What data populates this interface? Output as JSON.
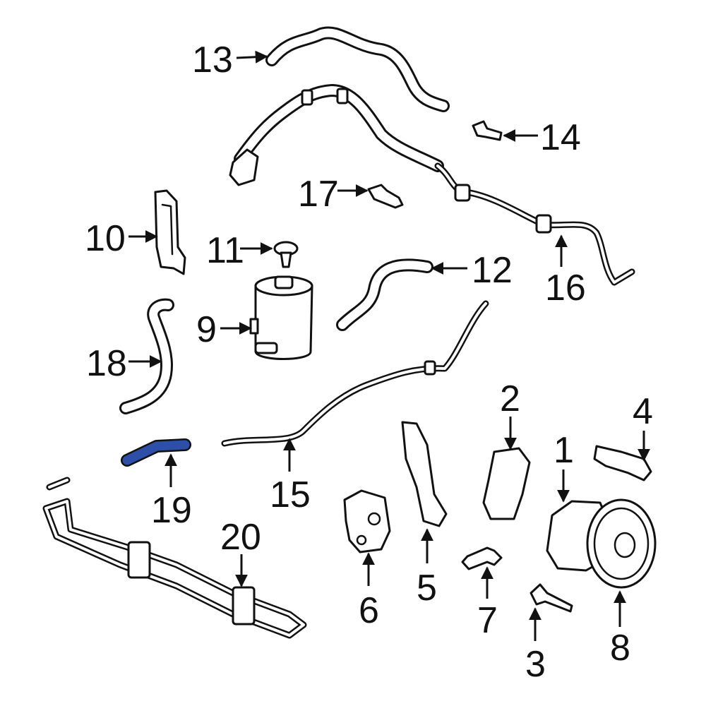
{
  "highlight_color": "#2d4fa8",
  "line_color": "#111111",
  "background": "#ffffff",
  "callouts": {
    "n1": "1",
    "n2": "2",
    "n3": "3",
    "n4": "4",
    "n5": "5",
    "n6": "6",
    "n7": "7",
    "n8": "8",
    "n9": "9",
    "n10": "10",
    "n11": "11",
    "n12": "12",
    "n13": "13",
    "n14": "14",
    "n15": "15",
    "n16": "16",
    "n17": "17",
    "n18": "18",
    "n19": "19",
    "n20": "20"
  },
  "highlighted_part": "19"
}
